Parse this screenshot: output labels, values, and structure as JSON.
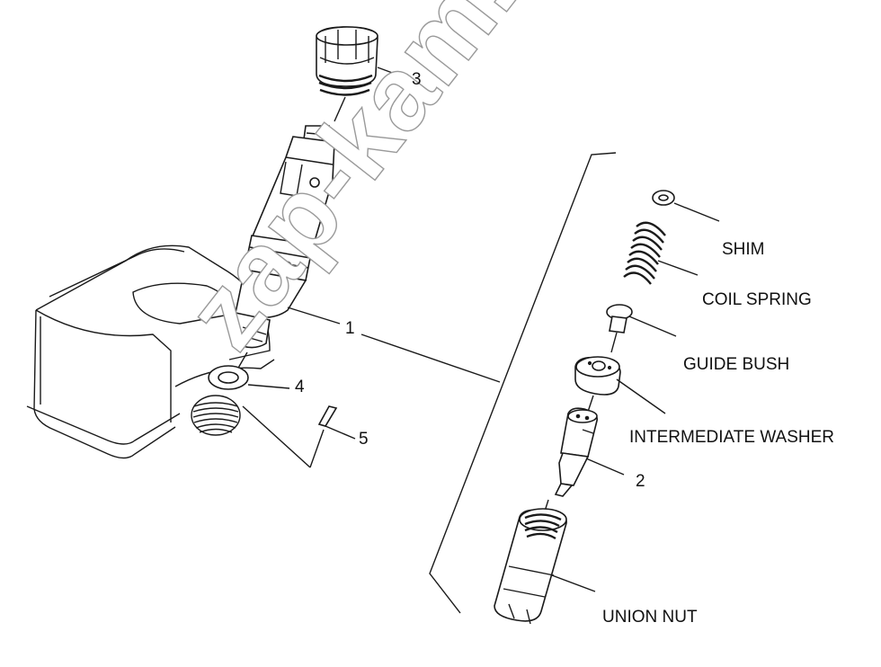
{
  "watermark": "zap-kam.ru",
  "callouts": {
    "c3": "3",
    "c1": "1",
    "c4": "4",
    "c5": "5",
    "c2": "2"
  },
  "parts": {
    "shim": "SHIM",
    "coil_spring": "COIL SPRING",
    "guide_bush": "GUIDE BUSH",
    "intermediate_washer": "INTERMEDIATE WASHER",
    "union_nut": "UNION NUT"
  },
  "colors": {
    "line": "#1a1a1a",
    "watermark_outline": "#9a9a9a",
    "background": "#ffffff"
  }
}
